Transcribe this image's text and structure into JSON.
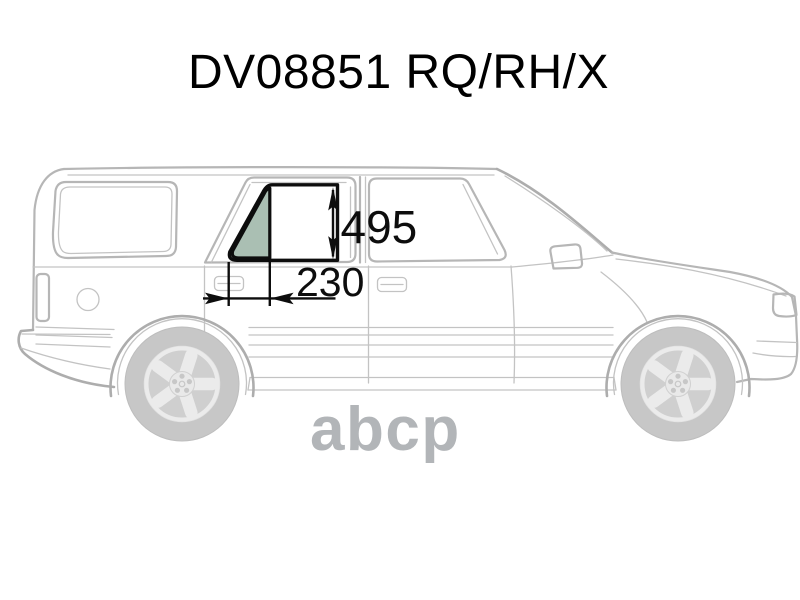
{
  "title": "DV08851 RQ/RH/X",
  "watermark": "abcp",
  "diagram": {
    "type": "auto-glass-dimension-diagram",
    "vehicle": "suv-side-view-facing-right",
    "highlighted_part": "rear-door-vent-quarter-glass",
    "colors": {
      "glass_fill": "#aabfb3",
      "car_outline": "#b6b6b6",
      "dimension_lines": "#0d0d0d",
      "watermark": "#b2b5b8",
      "background": "#ffffff"
    },
    "dimensions": {
      "height": {
        "value": "495",
        "orientation": "vertical"
      },
      "width": {
        "value": "230",
        "orientation": "horizontal"
      }
    }
  }
}
